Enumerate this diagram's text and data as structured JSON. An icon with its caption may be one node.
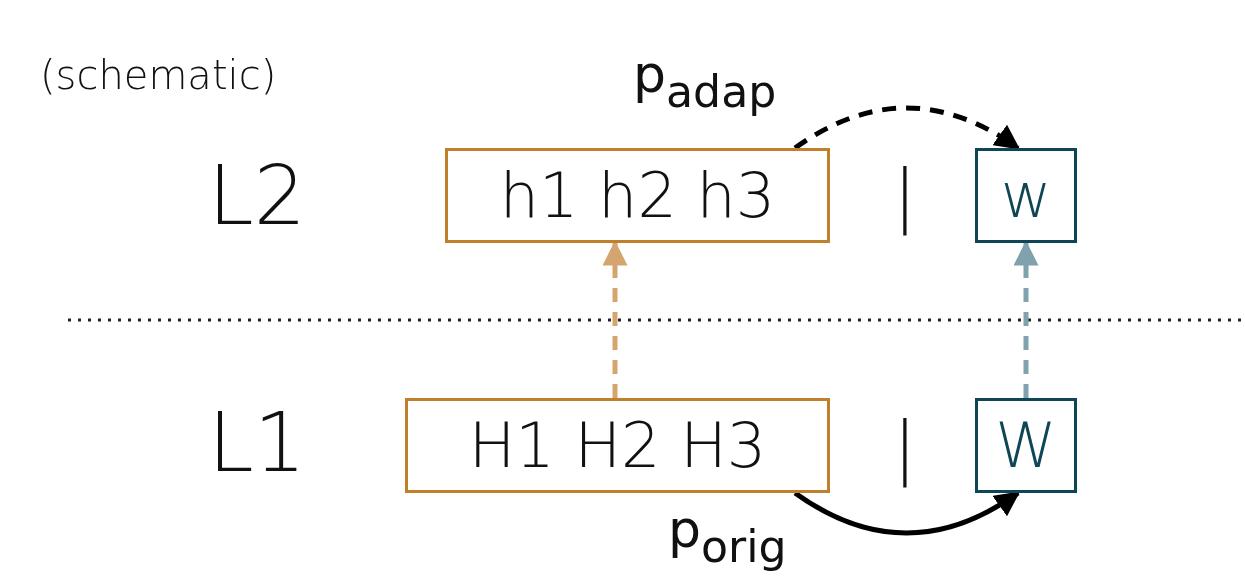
{
  "diagram": {
    "nodes": [
      {
        "text": [
          "h1 h2 h3"
        ]
      },
      {
        "text": [
          "w"
        ]
      },
      {
        "text": [
          "H1 H2 H3"
        ]
      },
      {
        "text": [
          "W"
        ]
      }
    ],
    "edges": [
      {
        "from": 2,
        "to": 0,
        "arrow": "to",
        "style": "dashed",
        "color": "#d4a56e"
      },
      {
        "from": 3,
        "to": 1,
        "arrow": "to",
        "style": "dashed",
        "color": "#7fa2ae"
      },
      {
        "from": 0,
        "to": 1,
        "arrow": "to",
        "style": "dashed",
        "label": "p$_{adap}$"
      },
      {
        "from": 2,
        "to": 3,
        "arrow": "to",
        "label": "p$_{orig}$"
      }
    ],
    "labels": [
      "(schematic)",
      "L2",
      "|",
      "L1",
      "|"
    ]
  }
}
